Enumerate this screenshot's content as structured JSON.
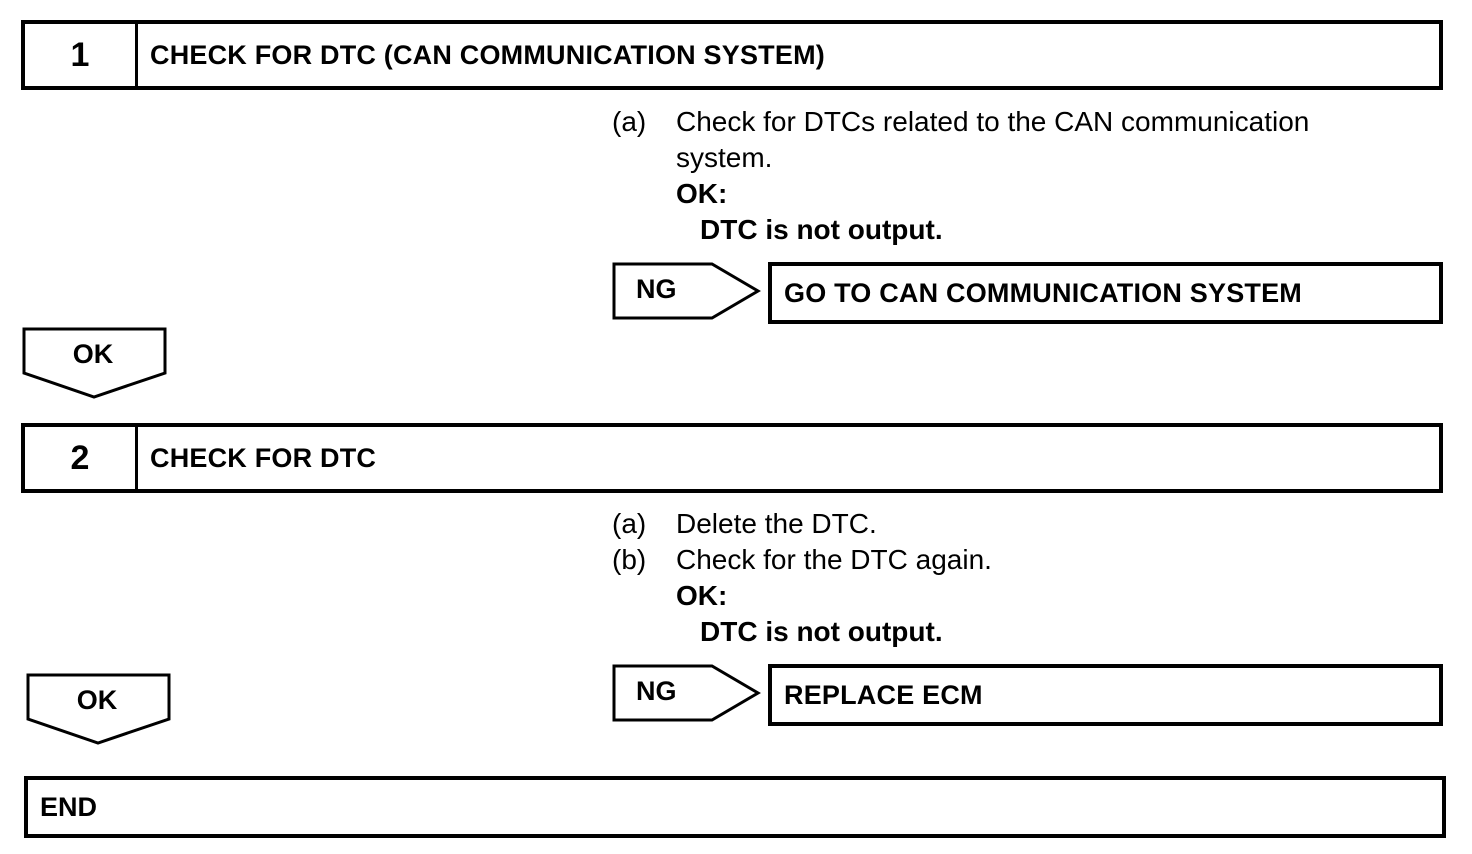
{
  "steps": [
    {
      "number": "1",
      "title": "CHECK FOR DTC (CAN COMMUNICATION SYSTEM)",
      "instructions": [
        {
          "label": "(a)",
          "text": "Check for DTCs related to the CAN communication",
          "continuation": "system."
        }
      ],
      "ok_label": "OK:",
      "ok_condition": "DTC is not output.",
      "ng_label": "NG",
      "ng_result": "GO TO CAN COMMUNICATION SYSTEM",
      "ok_arrow": "OK"
    },
    {
      "number": "2",
      "title": "CHECK FOR DTC",
      "instructions": [
        {
          "label": "(a)",
          "text": "Delete the DTC."
        },
        {
          "label": "(b)",
          "text": "Check for the DTC again."
        }
      ],
      "ok_label": "OK:",
      "ok_condition": "DTC is not output.",
      "ng_label": "NG",
      "ng_result": "REPLACE ECM",
      "ok_arrow": "OK"
    }
  ],
  "end_label": "END"
}
